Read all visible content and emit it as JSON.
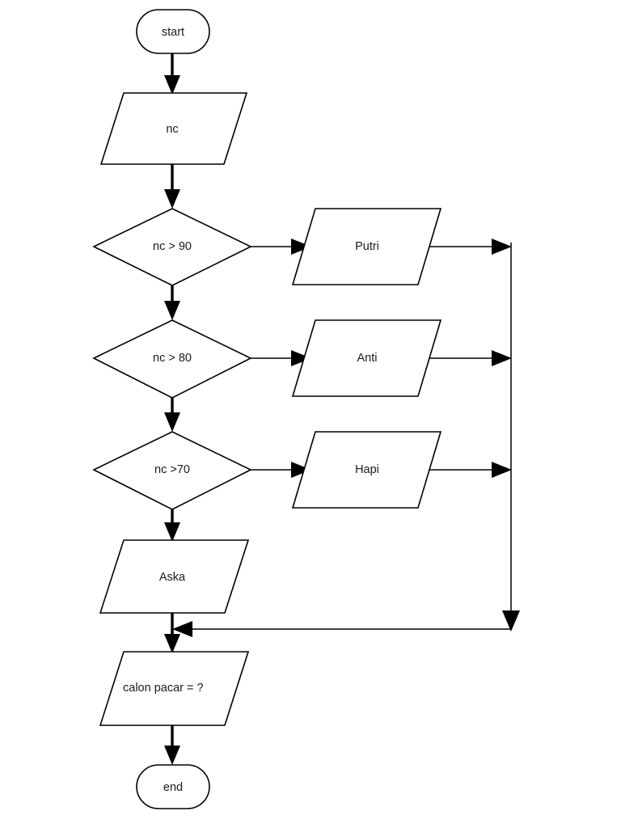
{
  "diagram": {
    "title": "calon pacar flowchart",
    "type": "flowchart",
    "background_color": "#ffffff",
    "line_color": "#000000",
    "text_color": "#1a1a1a"
  },
  "nodes": {
    "start": {
      "label": "start",
      "shape": "terminator"
    },
    "input_nc": {
      "label": "nc",
      "shape": "parallelogram"
    },
    "decision_90": {
      "label": "nc > 90",
      "shape": "diamond"
    },
    "decision_80": {
      "label": "nc > 80",
      "shape": "diamond"
    },
    "decision_70": {
      "label": "nc >70",
      "shape": "diamond"
    },
    "output_putri": {
      "label": "Putri",
      "shape": "parallelogram"
    },
    "output_anti": {
      "label": "Anti",
      "shape": "parallelogram"
    },
    "output_hapi": {
      "label": "Hapi",
      "shape": "parallelogram"
    },
    "output_aska": {
      "label": "Aska",
      "shape": "parallelogram"
    },
    "output_result": {
      "label": "calon pacar = ?",
      "shape": "parallelogram"
    },
    "end": {
      "label": "end",
      "shape": "terminator"
    }
  },
  "edges": [
    {
      "from": "start",
      "to": "input_nc",
      "label": ""
    },
    {
      "from": "input_nc",
      "to": "decision_90",
      "label": ""
    },
    {
      "from": "decision_90",
      "to": "output_putri",
      "label": ""
    },
    {
      "from": "decision_90",
      "to": "decision_80",
      "label": ""
    },
    {
      "from": "decision_80",
      "to": "output_anti",
      "label": ""
    },
    {
      "from": "decision_80",
      "to": "decision_70",
      "label": ""
    },
    {
      "from": "decision_70",
      "to": "output_hapi",
      "label": ""
    },
    {
      "from": "decision_70",
      "to": "output_aska",
      "label": ""
    },
    {
      "from": "output_putri",
      "to": "merge",
      "label": ""
    },
    {
      "from": "output_anti",
      "to": "merge",
      "label": ""
    },
    {
      "from": "output_hapi",
      "to": "merge",
      "label": ""
    },
    {
      "from": "output_aska",
      "to": "output_result",
      "label": ""
    },
    {
      "from": "merge",
      "to": "output_result",
      "label": ""
    },
    {
      "from": "output_result",
      "to": "end",
      "label": ""
    }
  ]
}
